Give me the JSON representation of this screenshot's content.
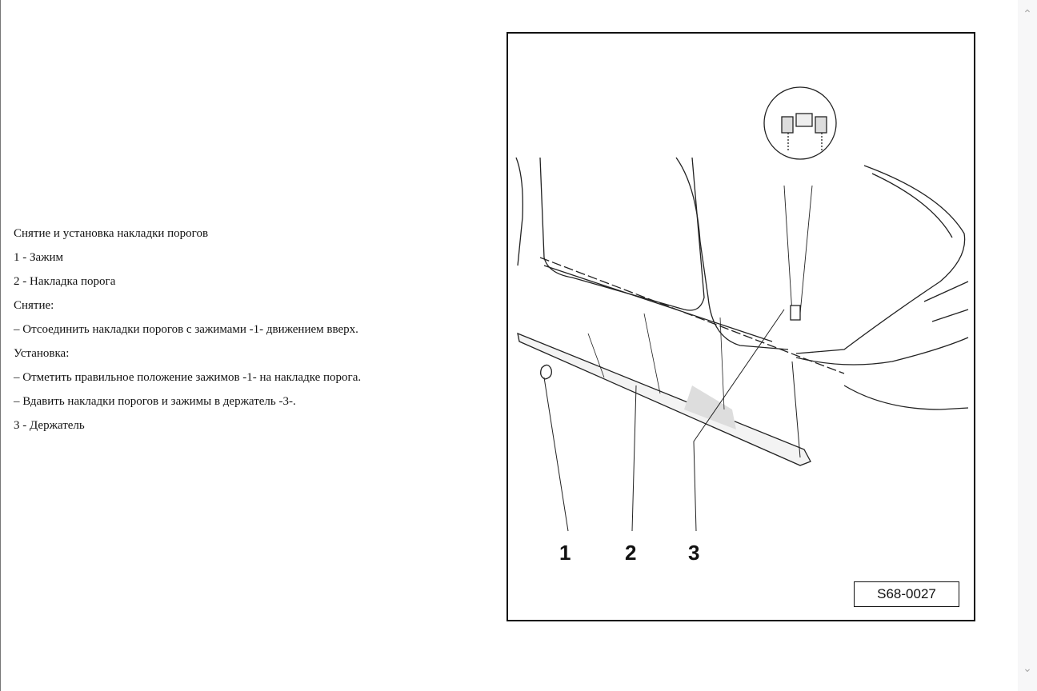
{
  "text": {
    "title": "Снятие и установка накладки порогов",
    "item1": "1 -  Зажим",
    "item2": "2 -  Накладка порога",
    "removal_heading": "Снятие:",
    "removal_step1": "–  Отсоединить накладки порогов с зажимами -1- движением вверх.",
    "install_heading": "Установка:",
    "install_step1": "–  Отметить правильное положение зажимов -1- на накладке порога.",
    "install_step2": "–  Вдавить накладки порогов и зажимы в держатель -3-.",
    "item3": "3 -  Держатель"
  },
  "figure": {
    "callouts": [
      "1",
      "2",
      "3"
    ],
    "code": "S68-0027"
  },
  "scrollbar": {
    "up": "⌃",
    "down": "⌄"
  }
}
